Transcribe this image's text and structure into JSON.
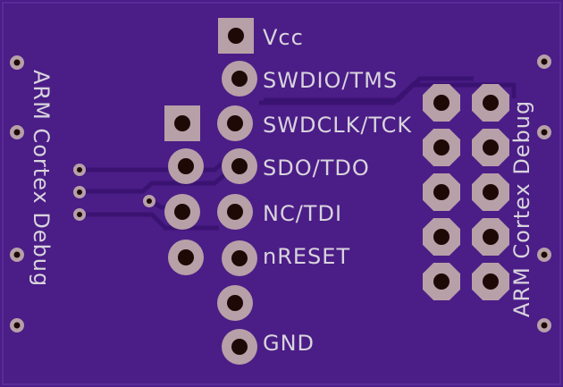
{
  "board": {
    "colors": {
      "board": "#4b1d87",
      "board_edge": "#5a2a98",
      "copper_pad": "#b7a0a7",
      "hole": "#1d0a06",
      "silkscreen": "#d8d4dc",
      "trace": "#3a1372"
    },
    "pin_labels": [
      "Vcc",
      "SWDIO/TMS",
      "SWDCLK/TCK",
      "SDO/TDO",
      "NC/TDI",
      "nRESET",
      "GND"
    ],
    "side_labels": {
      "left": "ARM Cortex Debug",
      "right": "ARM Cortex Debug"
    }
  }
}
